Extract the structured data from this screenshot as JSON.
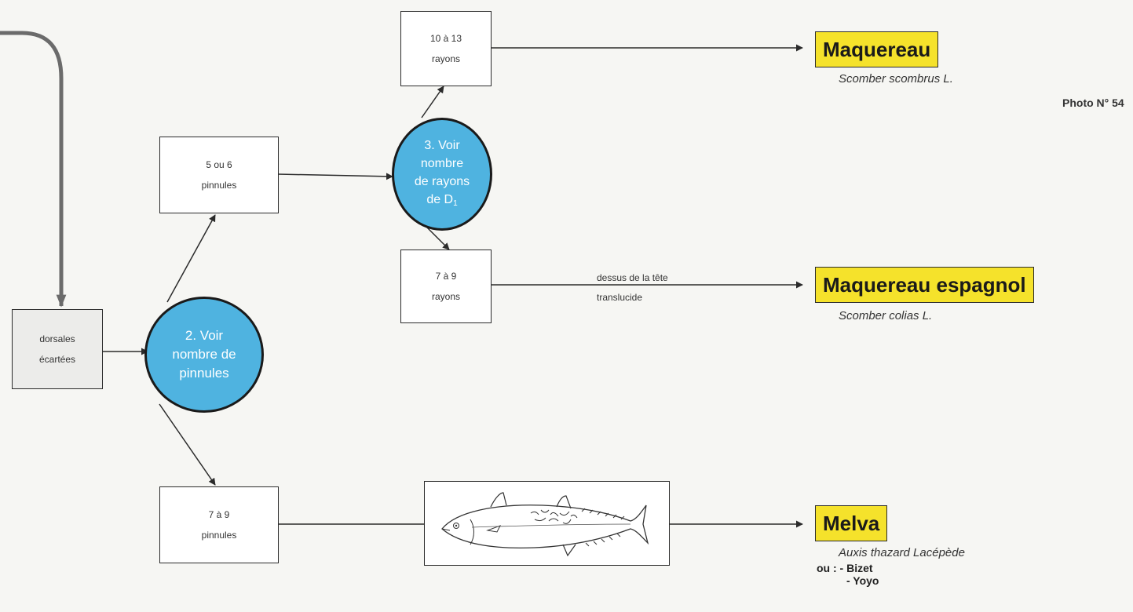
{
  "colors": {
    "decision_fill": "#4fb3e0",
    "species_highlight": "#f5e22b",
    "stroke": "#2b2b2b"
  },
  "nodes": {
    "dorsal": {
      "line1": "dorsales",
      "line2": "écartées"
    },
    "pinnules_5_6": {
      "line1": "5 ou 6",
      "line2": "pinnules"
    },
    "pinnules_7_9": {
      "line1": "7 à 9",
      "line2": "pinnules"
    },
    "rayons_10_13": {
      "line1": "10 à 13",
      "line2": "rayons"
    },
    "rayons_7_9": {
      "line1": "7 à 9",
      "line2": "rayons"
    }
  },
  "decisions": {
    "pinnules": {
      "line1": "2. Voir",
      "line2": "nombre de",
      "line3": "pinnules"
    },
    "rayons": {
      "line1": "3. Voir",
      "line2": "nombre",
      "line3": "de rayons",
      "line4": "de D",
      "line4_sub": "1"
    }
  },
  "edge_labels": {
    "head_line1": "dessus de la tête",
    "head_line2": "translucide"
  },
  "species": {
    "maquereau": {
      "name": "Maquereau",
      "latin": "Scomber scombrus L.",
      "photo": "Photo N° 54"
    },
    "espagnol": {
      "name": "Maquereau espagnol",
      "latin": "Scomber colias L."
    },
    "melva": {
      "name": "Melva",
      "latin": "Auxis thazard Lacépède",
      "alias_prefix": "ou :",
      "alias1": "- Bizet",
      "alias2": "- Yoyo"
    }
  },
  "illustration": {
    "icon": "fish-icon"
  }
}
